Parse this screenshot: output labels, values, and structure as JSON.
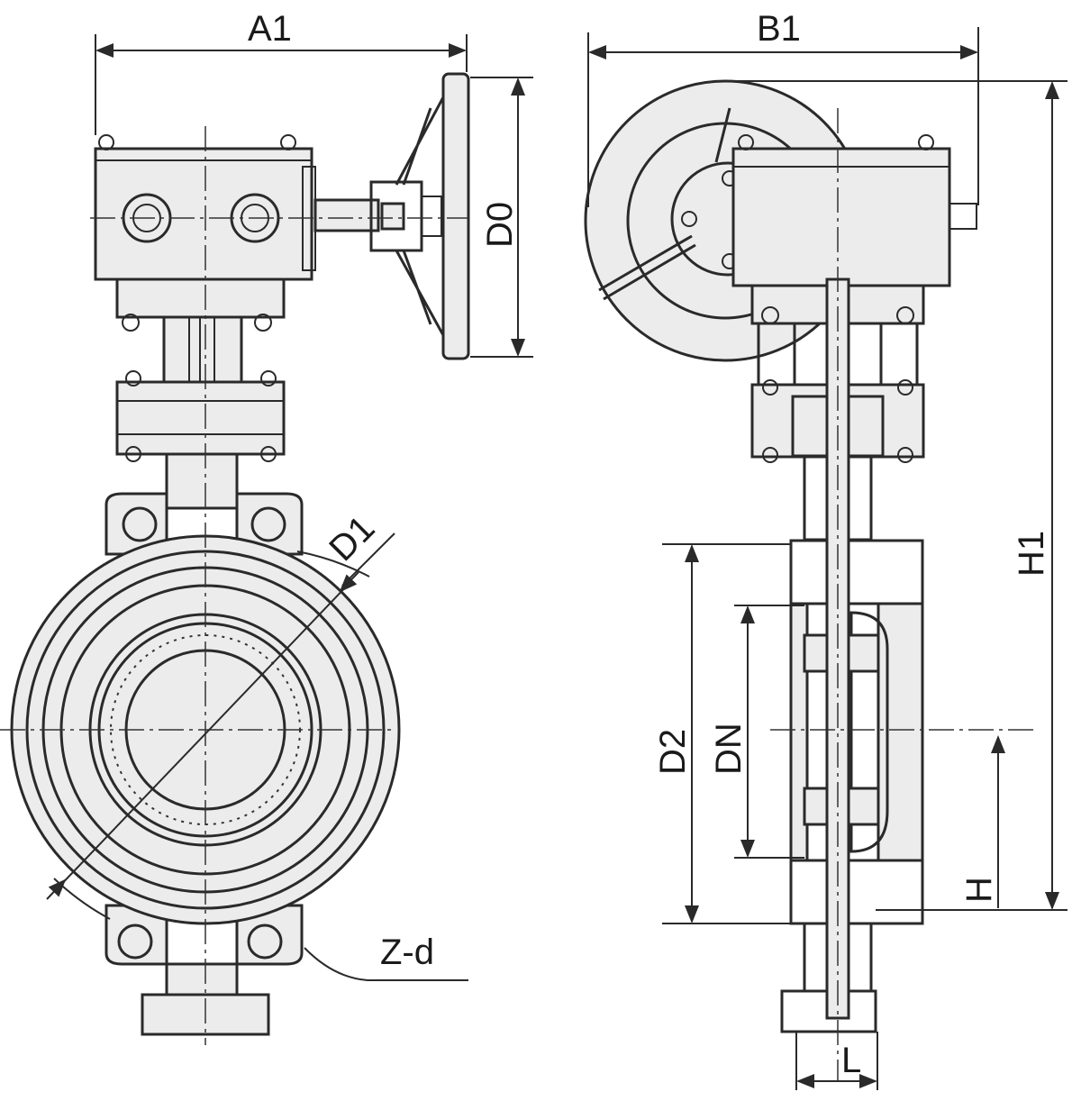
{
  "labels": {
    "a1": "A1",
    "b1": "B1",
    "d0": "D0",
    "d1": "D1",
    "h1": "H1",
    "d2": "D2",
    "dn": "DN",
    "h": "H",
    "zd": "Z-d",
    "l": "L"
  },
  "colors": {
    "line": "#2a2a2a",
    "body_fill": "#ececec",
    "background": "#ffffff"
  }
}
